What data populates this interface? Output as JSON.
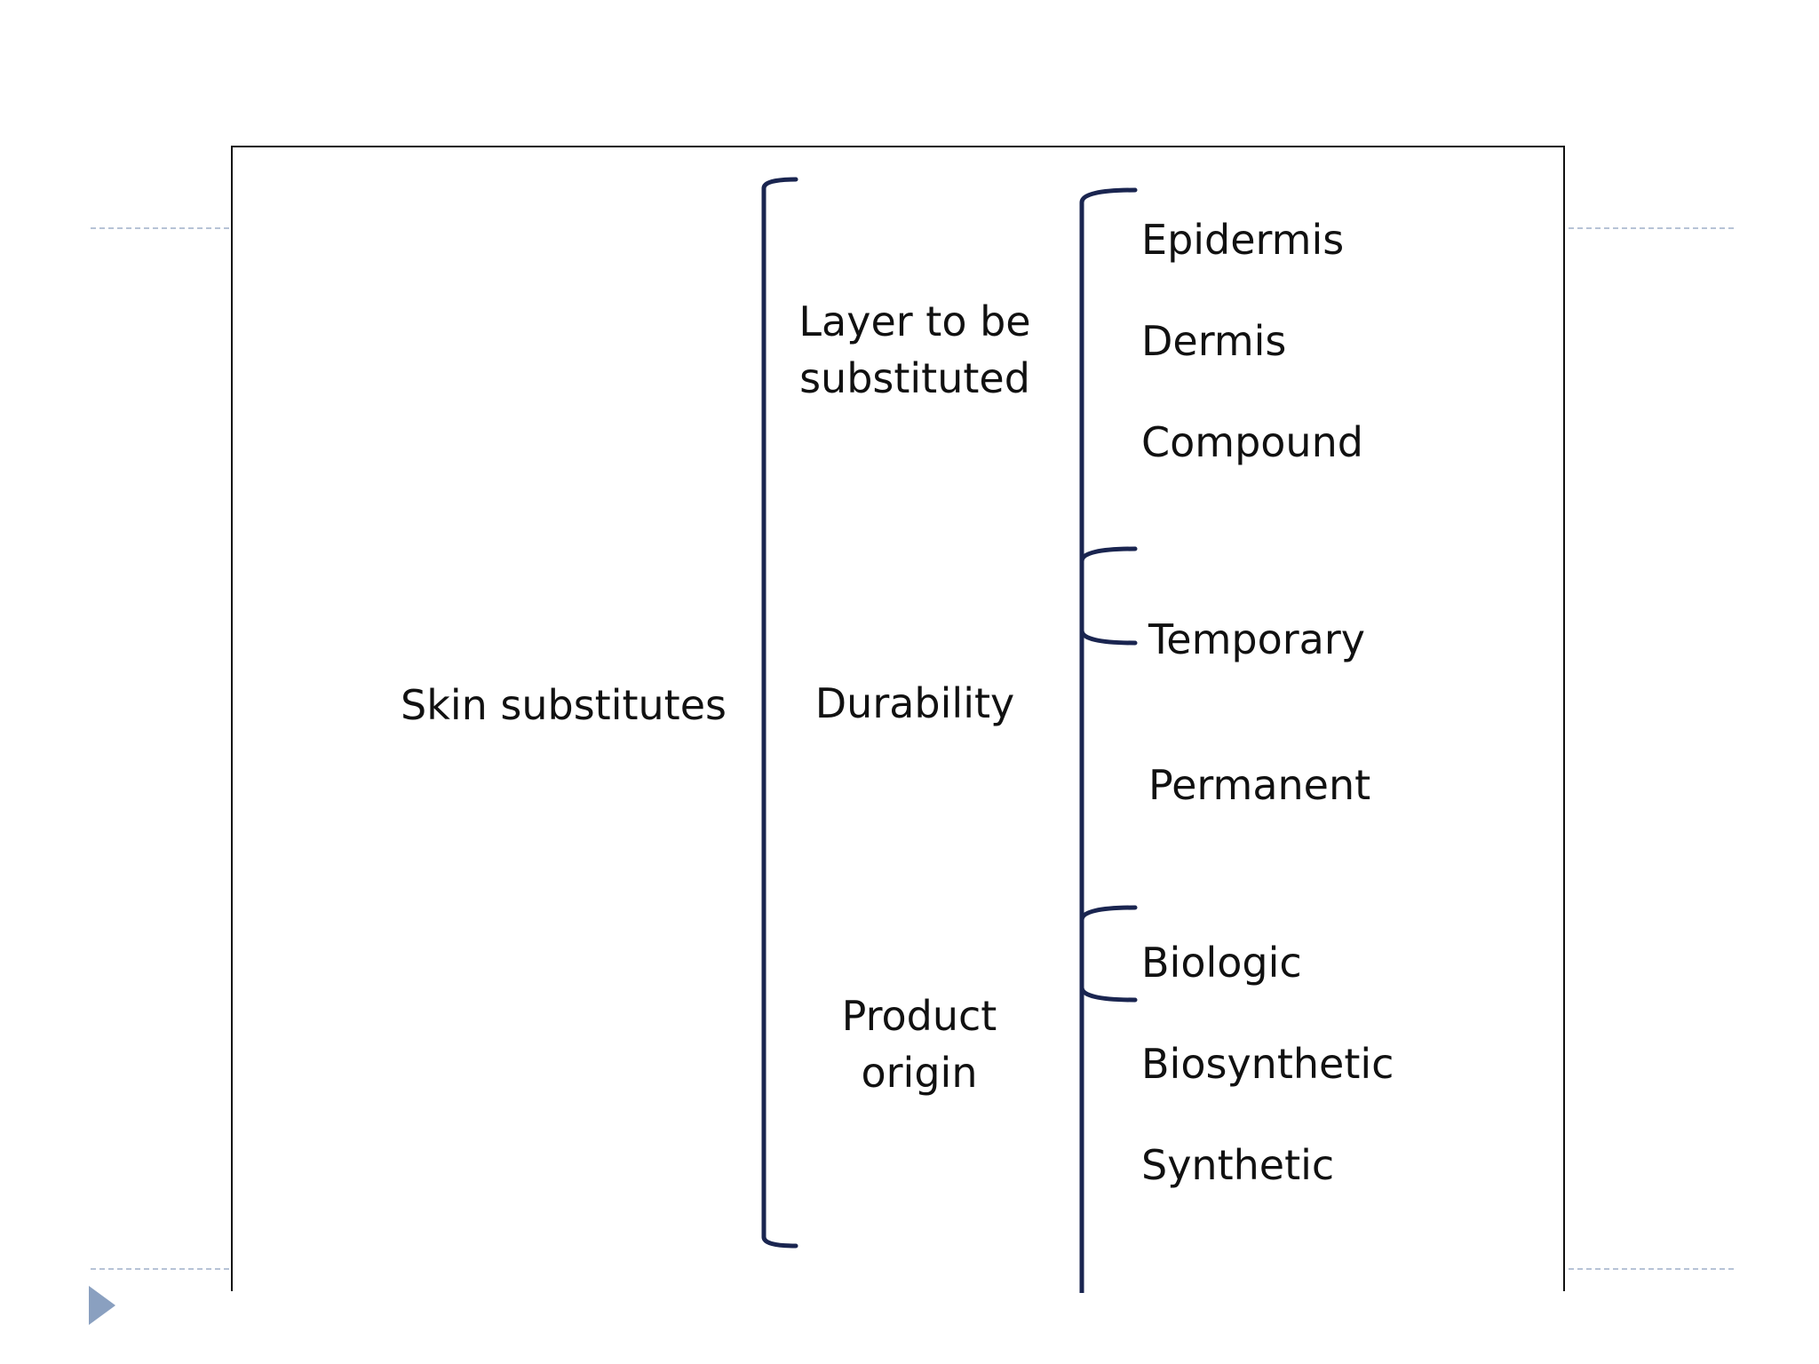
{
  "diagram": {
    "root": "Skin substitutes",
    "categories": [
      {
        "label": [
          "Layer to be",
          "substituted"
        ],
        "items": [
          "Epidermis",
          "Dermis",
          "Compound"
        ]
      },
      {
        "label": [
          "Durability"
        ],
        "items": [
          "Temporary",
          "Permanent"
        ]
      },
      {
        "label": [
          "Product",
          "origin"
        ],
        "items": [
          "Biologic",
          "Biosynthetic",
          "Synthetic"
        ]
      }
    ]
  },
  "colors": {
    "bracket": "#1a2550",
    "guide": "#b7c3d6",
    "play_icon": "#8aa0c0"
  },
  "icons": {
    "slide_marker": "play-triangle-icon"
  }
}
